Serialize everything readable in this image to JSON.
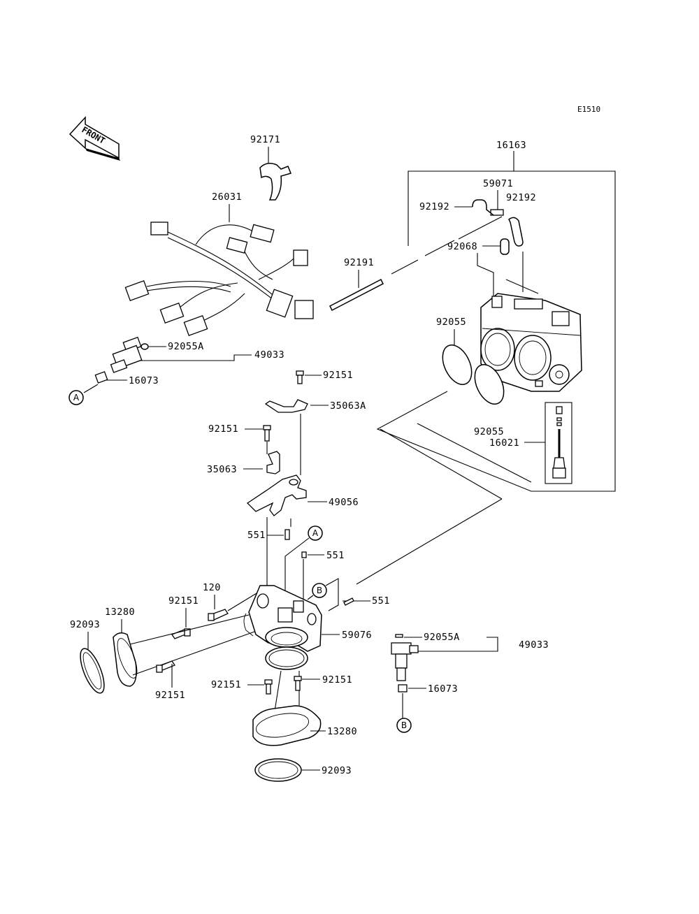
{
  "diagram_code": "E1510",
  "front_indicator": "FRONT",
  "callouts": [
    {
      "id": "A",
      "label": "A"
    },
    {
      "id": "B",
      "label": "B"
    }
  ],
  "parts": {
    "p92171": "92171",
    "p26031": "26031",
    "p92191": "92191",
    "p16163": "16163",
    "p59071": "59071",
    "p92192_left": "92192",
    "p92192_right": "92192",
    "p92068": "92068",
    "p92055_upper": "92055",
    "p92055A_upper": "92055A",
    "p49033_upper": "49033",
    "p16073_upper": "16073",
    "p92151_top": "92151",
    "p35063A": "35063A",
    "p92151_mid": "92151",
    "p35063": "35063",
    "p49056": "49056",
    "p92055_lower": "92055",
    "p16021": "16021",
    "p551_left": "551",
    "p551_mid": "551",
    "p551_right": "551",
    "p120": "120",
    "p92151_left": "92151",
    "p13280_left": "13280",
    "p92093_left": "92093",
    "p92151_lowerleft": "92151",
    "p59076": "59076",
    "p92151_low1": "92151",
    "p92151_low2": "92151",
    "p13280_lower": "13280",
    "p92093_lower": "92093",
    "p92055A_lower": "92055A",
    "p49033_lower": "49033",
    "p16073_lower": "16073"
  }
}
